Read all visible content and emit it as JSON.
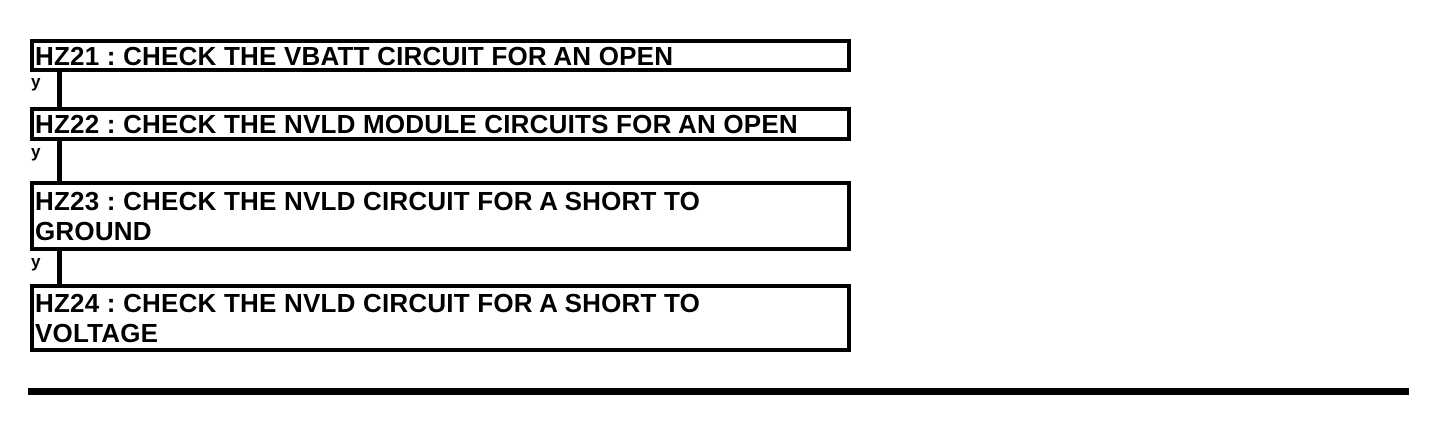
{
  "diagram": {
    "type": "diagnostic-test-flowchart",
    "nodes": [
      {
        "id": "HZ21",
        "lines": [
          "HZ21 : CHECK THE VBATT CIRCUIT FOR AN OPEN"
        ]
      },
      {
        "id": "HZ22",
        "lines": [
          "HZ22 : CHECK THE NVLD MODULE CIRCUITS FOR AN OPEN"
        ]
      },
      {
        "id": "HZ23",
        "lines": [
          "HZ23 : CHECK THE NVLD CIRCUIT FOR A SHORT TO",
          "GROUND"
        ]
      },
      {
        "id": "HZ24",
        "lines": [
          "HZ24 : CHECK THE NVLD CIRCUIT FOR A SHORT TO",
          "VOLTAGE"
        ]
      }
    ],
    "connectors": [
      {
        "label": "y"
      },
      {
        "label": "y"
      },
      {
        "label": "y"
      }
    ],
    "colors": {
      "ink": "#000000",
      "background": "#ffffff"
    }
  }
}
